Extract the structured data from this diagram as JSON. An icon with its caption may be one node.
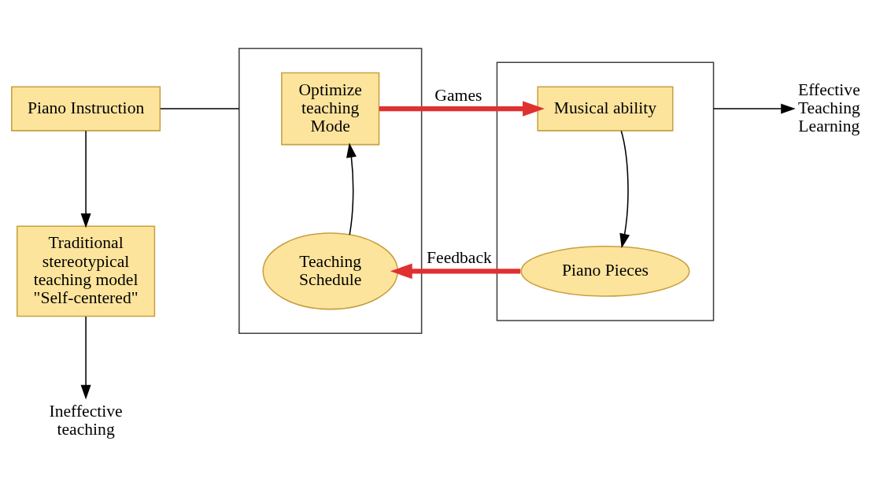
{
  "diagram": {
    "nodes": [
      {
        "text": [
          "Piano Instruction"
        ]
      },
      {
        "text": [
          "Traditional stereotypical teaching model \"Self-centered\""
        ]
      },
      {
        "text": [
          "Ineffective teaching"
        ]
      },
      {
        "text": [],
        "shape": "box"
      },
      {
        "text": [
          "Optimize teaching Mode"
        ],
        "in": 3
      },
      {
        "text": [
          "Teaching Schedule"
        ],
        "in": 3
      },
      {
        "text": [],
        "shape": "box"
      },
      {
        "text": [
          "Musical ability"
        ],
        "in": 6
      },
      {
        "text": [
          "Piano Pieces"
        ],
        "in": 6
      },
      {
        "text": [
          "Effective Teaching Learning"
        ]
      }
    ],
    "edges": [
      {
        "from": 0,
        "to": 3,
        "arrow": "none"
      },
      {
        "from": 0,
        "to": 1,
        "arrow": "to"
      },
      {
        "from": 1,
        "to": 2,
        "arrow": "to"
      },
      {
        "from": 5,
        "to": 4,
        "arrow": "to"
      },
      {
        "from": 7,
        "to": 8,
        "arrow": "to"
      },
      {
        "from": 6,
        "to": 9,
        "arrow": "to"
      },
      {
        "from": 4,
        "to": 7,
        "arrow": "to",
        "label": "Games",
        "style": "thick",
        "color": "#e03030"
      },
      {
        "from": 8,
        "to": 5,
        "arrow": "to",
        "label": "Feedback",
        "style": "thick",
        "color": "#e03030"
      }
    ]
  }
}
